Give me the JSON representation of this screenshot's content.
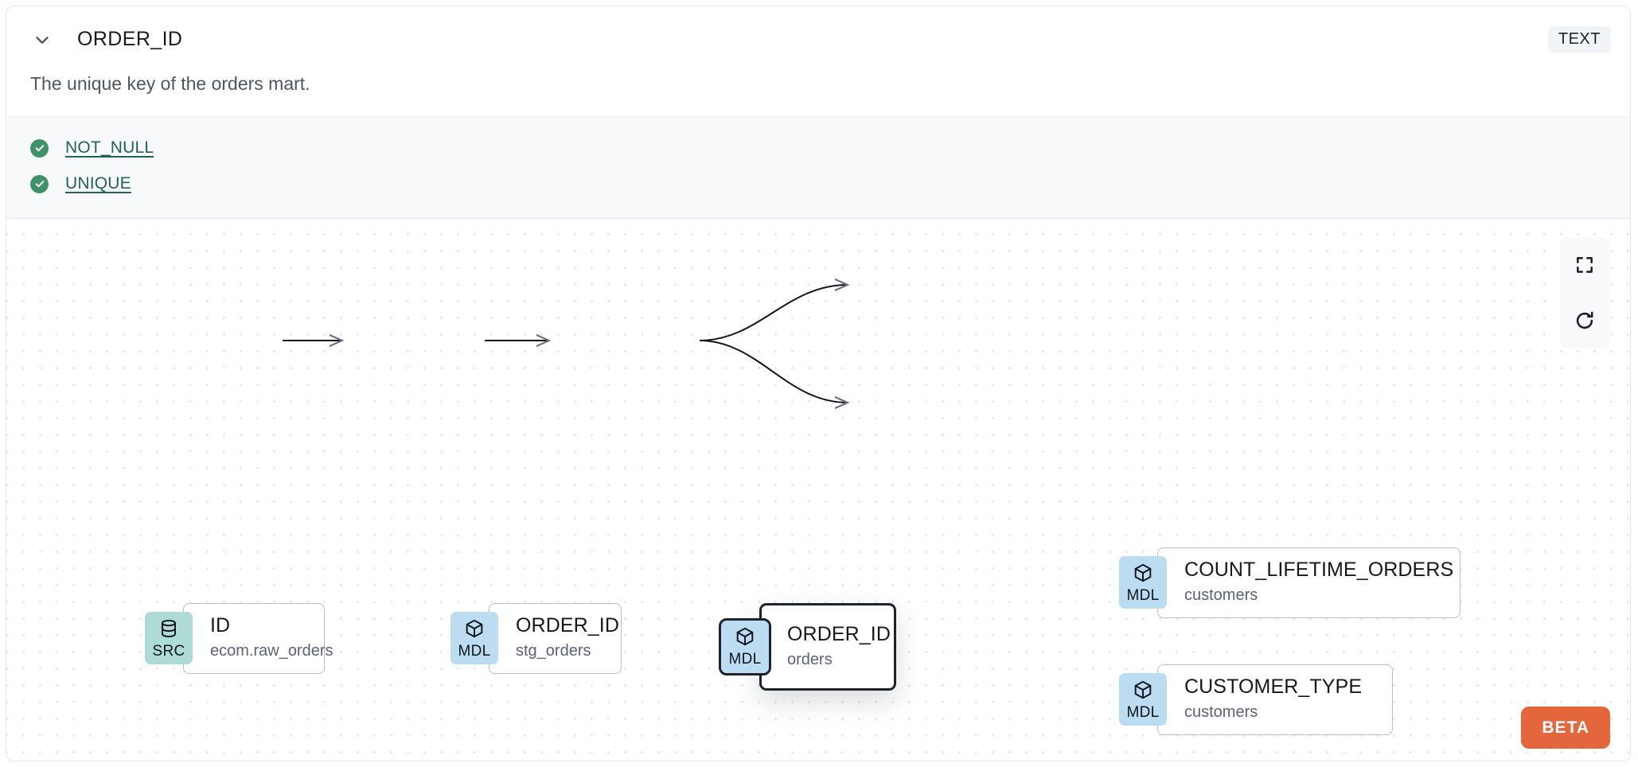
{
  "header": {
    "collapse_icon": "chevron-down-icon",
    "column_name": "ORDER_ID",
    "type_badge": "TEXT"
  },
  "description": "The unique key of the orders mart.",
  "tests": {
    "items": [
      {
        "status_icon": "check-circle-icon",
        "label": "NOT_NULL"
      },
      {
        "status_icon": "check-circle-icon",
        "label": "UNIQUE"
      }
    ]
  },
  "lineage": {
    "controls": [
      {
        "icon": "fullscreen-icon",
        "name": "fullscreen-button"
      },
      {
        "icon": "refresh-icon",
        "name": "refresh-button"
      }
    ],
    "beta_label": "BETA",
    "nodes": [
      {
        "id": "src-id",
        "badge": "SRC",
        "badge_icon": "database-icon",
        "name": "ID",
        "sub": "ecom.raw_orders",
        "selected": false
      },
      {
        "id": "mdl-stg-orders",
        "badge": "MDL",
        "badge_icon": "cube-icon",
        "name": "ORDER_ID",
        "sub": "stg_orders",
        "selected": false
      },
      {
        "id": "mdl-orders",
        "badge": "MDL",
        "badge_icon": "cube-icon",
        "name": "ORDER_ID",
        "sub": "orders",
        "selected": true
      },
      {
        "id": "mdl-count-lifetime-orders",
        "badge": "MDL",
        "badge_icon": "cube-icon",
        "name": "COUNT_LIFETIME_ORDERS",
        "sub": "customers",
        "selected": false
      },
      {
        "id": "mdl-customer-type",
        "badge": "MDL",
        "badge_icon": "cube-icon",
        "name": "CUSTOMER_TYPE",
        "sub": "customers",
        "selected": false
      }
    ],
    "edges": [
      {
        "from": "src-id",
        "to": "mdl-stg-orders"
      },
      {
        "from": "mdl-stg-orders",
        "to": "mdl-orders"
      },
      {
        "from": "mdl-orders",
        "to": "mdl-count-lifetime-orders"
      },
      {
        "from": "mdl-orders",
        "to": "mdl-customer-type"
      }
    ]
  },
  "colors": {
    "src_badge": "#aedbd6",
    "mdl_badge": "#bcdcf2",
    "test_pass": "#3f9268",
    "link": "#246256",
    "beta": "#e3663c",
    "selected_outline": "#1d222c"
  }
}
